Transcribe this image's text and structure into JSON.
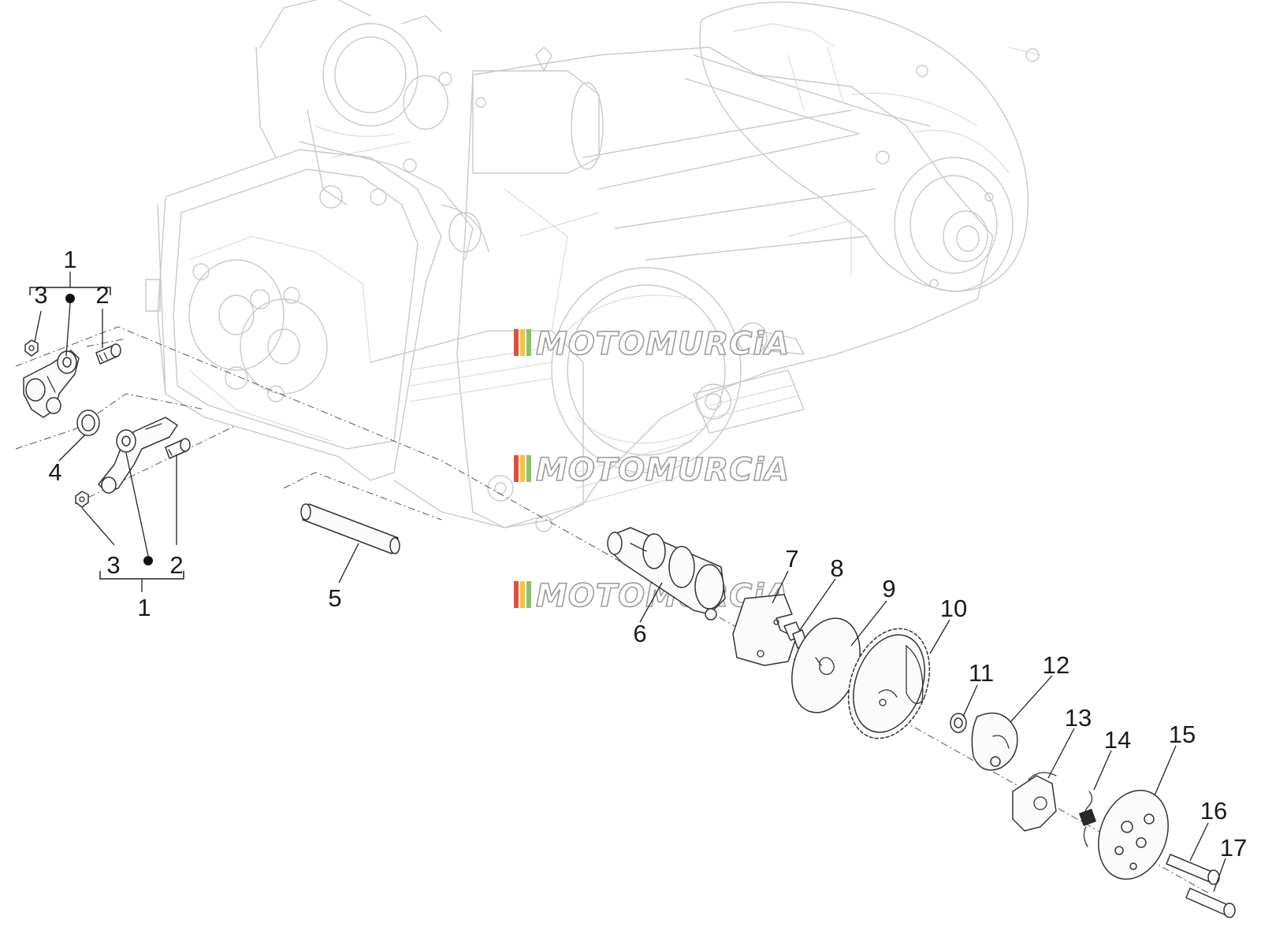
{
  "callouts": {
    "c1_top": "1",
    "c2_top": "2",
    "c3_top": "3",
    "c4": "4",
    "c5": "5",
    "c3_bottom": "3",
    "c2_bottom": "2",
    "c1_bottom": "1",
    "c6": "6",
    "c7": "7",
    "c8": "8",
    "c9": "9",
    "c10": "10",
    "c11": "11",
    "c12": "12",
    "c13": "13",
    "c14": "14",
    "c15": "15",
    "c16": "16",
    "c17": "17"
  },
  "watermark": {
    "text": "MOTOMURCiA",
    "stripe_colors": [
      "#e84b3c",
      "#f3c53a",
      "#8cc06b"
    ]
  },
  "colors": {
    "engine_line": "#c9c9c9",
    "part_line": "#333333"
  }
}
